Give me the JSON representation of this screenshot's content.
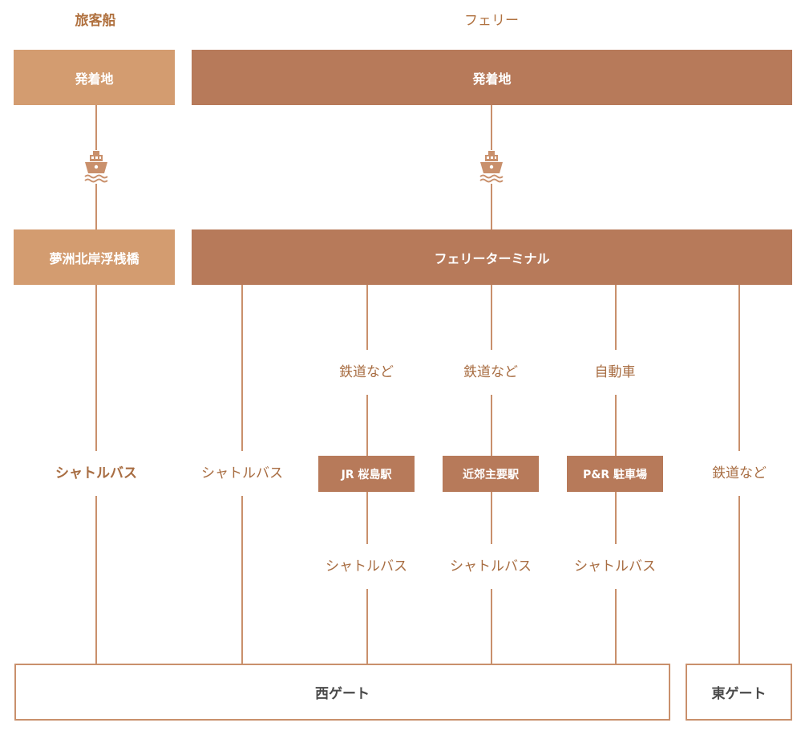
{
  "headers": {
    "passenger_ship": "旅客船",
    "ferry": "フェリー"
  },
  "passenger_ship": {
    "departure": "発着地",
    "pier": "夢洲北岸浮桟橋",
    "shuttle": "シャトルバス"
  },
  "ferry": {
    "departure": "発着地",
    "terminal": "フェリーターミナル",
    "direct_shuttle": "シャトルバス",
    "routes": [
      {
        "mode": "鉄道など",
        "station": "JR 桜島駅",
        "shuttle": "シャトルバス"
      },
      {
        "mode": "鉄道など",
        "station": "近郊主要駅",
        "shuttle": "シャトルバス"
      },
      {
        "mode": "自動車",
        "station": "P&R 駐車場",
        "shuttle": "シャトルバス"
      }
    ],
    "east_route": "鉄道など"
  },
  "gates": {
    "west": "西ゲート",
    "east": "東ゲート"
  },
  "colors": {
    "light_box": "#d39c70",
    "dark_box": "#b77a5a",
    "line": "#c9906c",
    "text_brown": "#a86d42"
  },
  "icons": [
    "ship-icon"
  ]
}
